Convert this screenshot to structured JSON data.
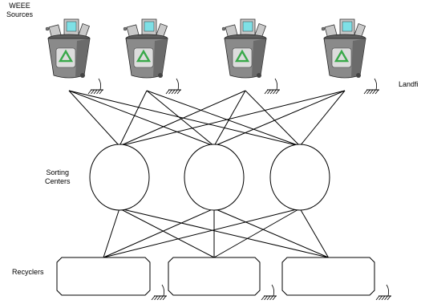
{
  "labels": {
    "sources": "WEEE\nSources",
    "landfill": "Landfi",
    "sorting": "Sorting\nCenters",
    "recyclers": "Recyclers"
  },
  "diagram": {
    "source_count": 4,
    "sorting_center_count": 3,
    "recycler_count": 3,
    "bin_colors": {
      "body": "#8a8a8a",
      "body_dark": "#5e5e5e",
      "recycle_symbol": "#3aa84a",
      "screen": "#7ee0e6",
      "device": "#c9c9c9"
    }
  }
}
